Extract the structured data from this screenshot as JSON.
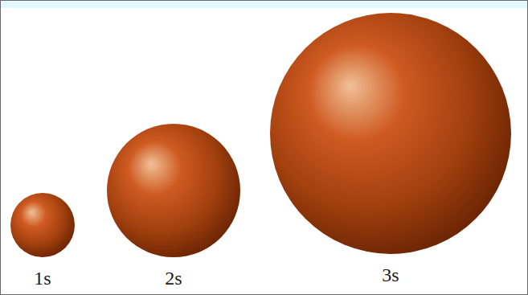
{
  "diagram": {
    "nodes": [
      {
        "text": [
          "1s"
        ]
      },
      {
        "text": [
          "2s"
        ]
      },
      {
        "text": [
          "3s"
        ]
      }
    ]
  }
}
